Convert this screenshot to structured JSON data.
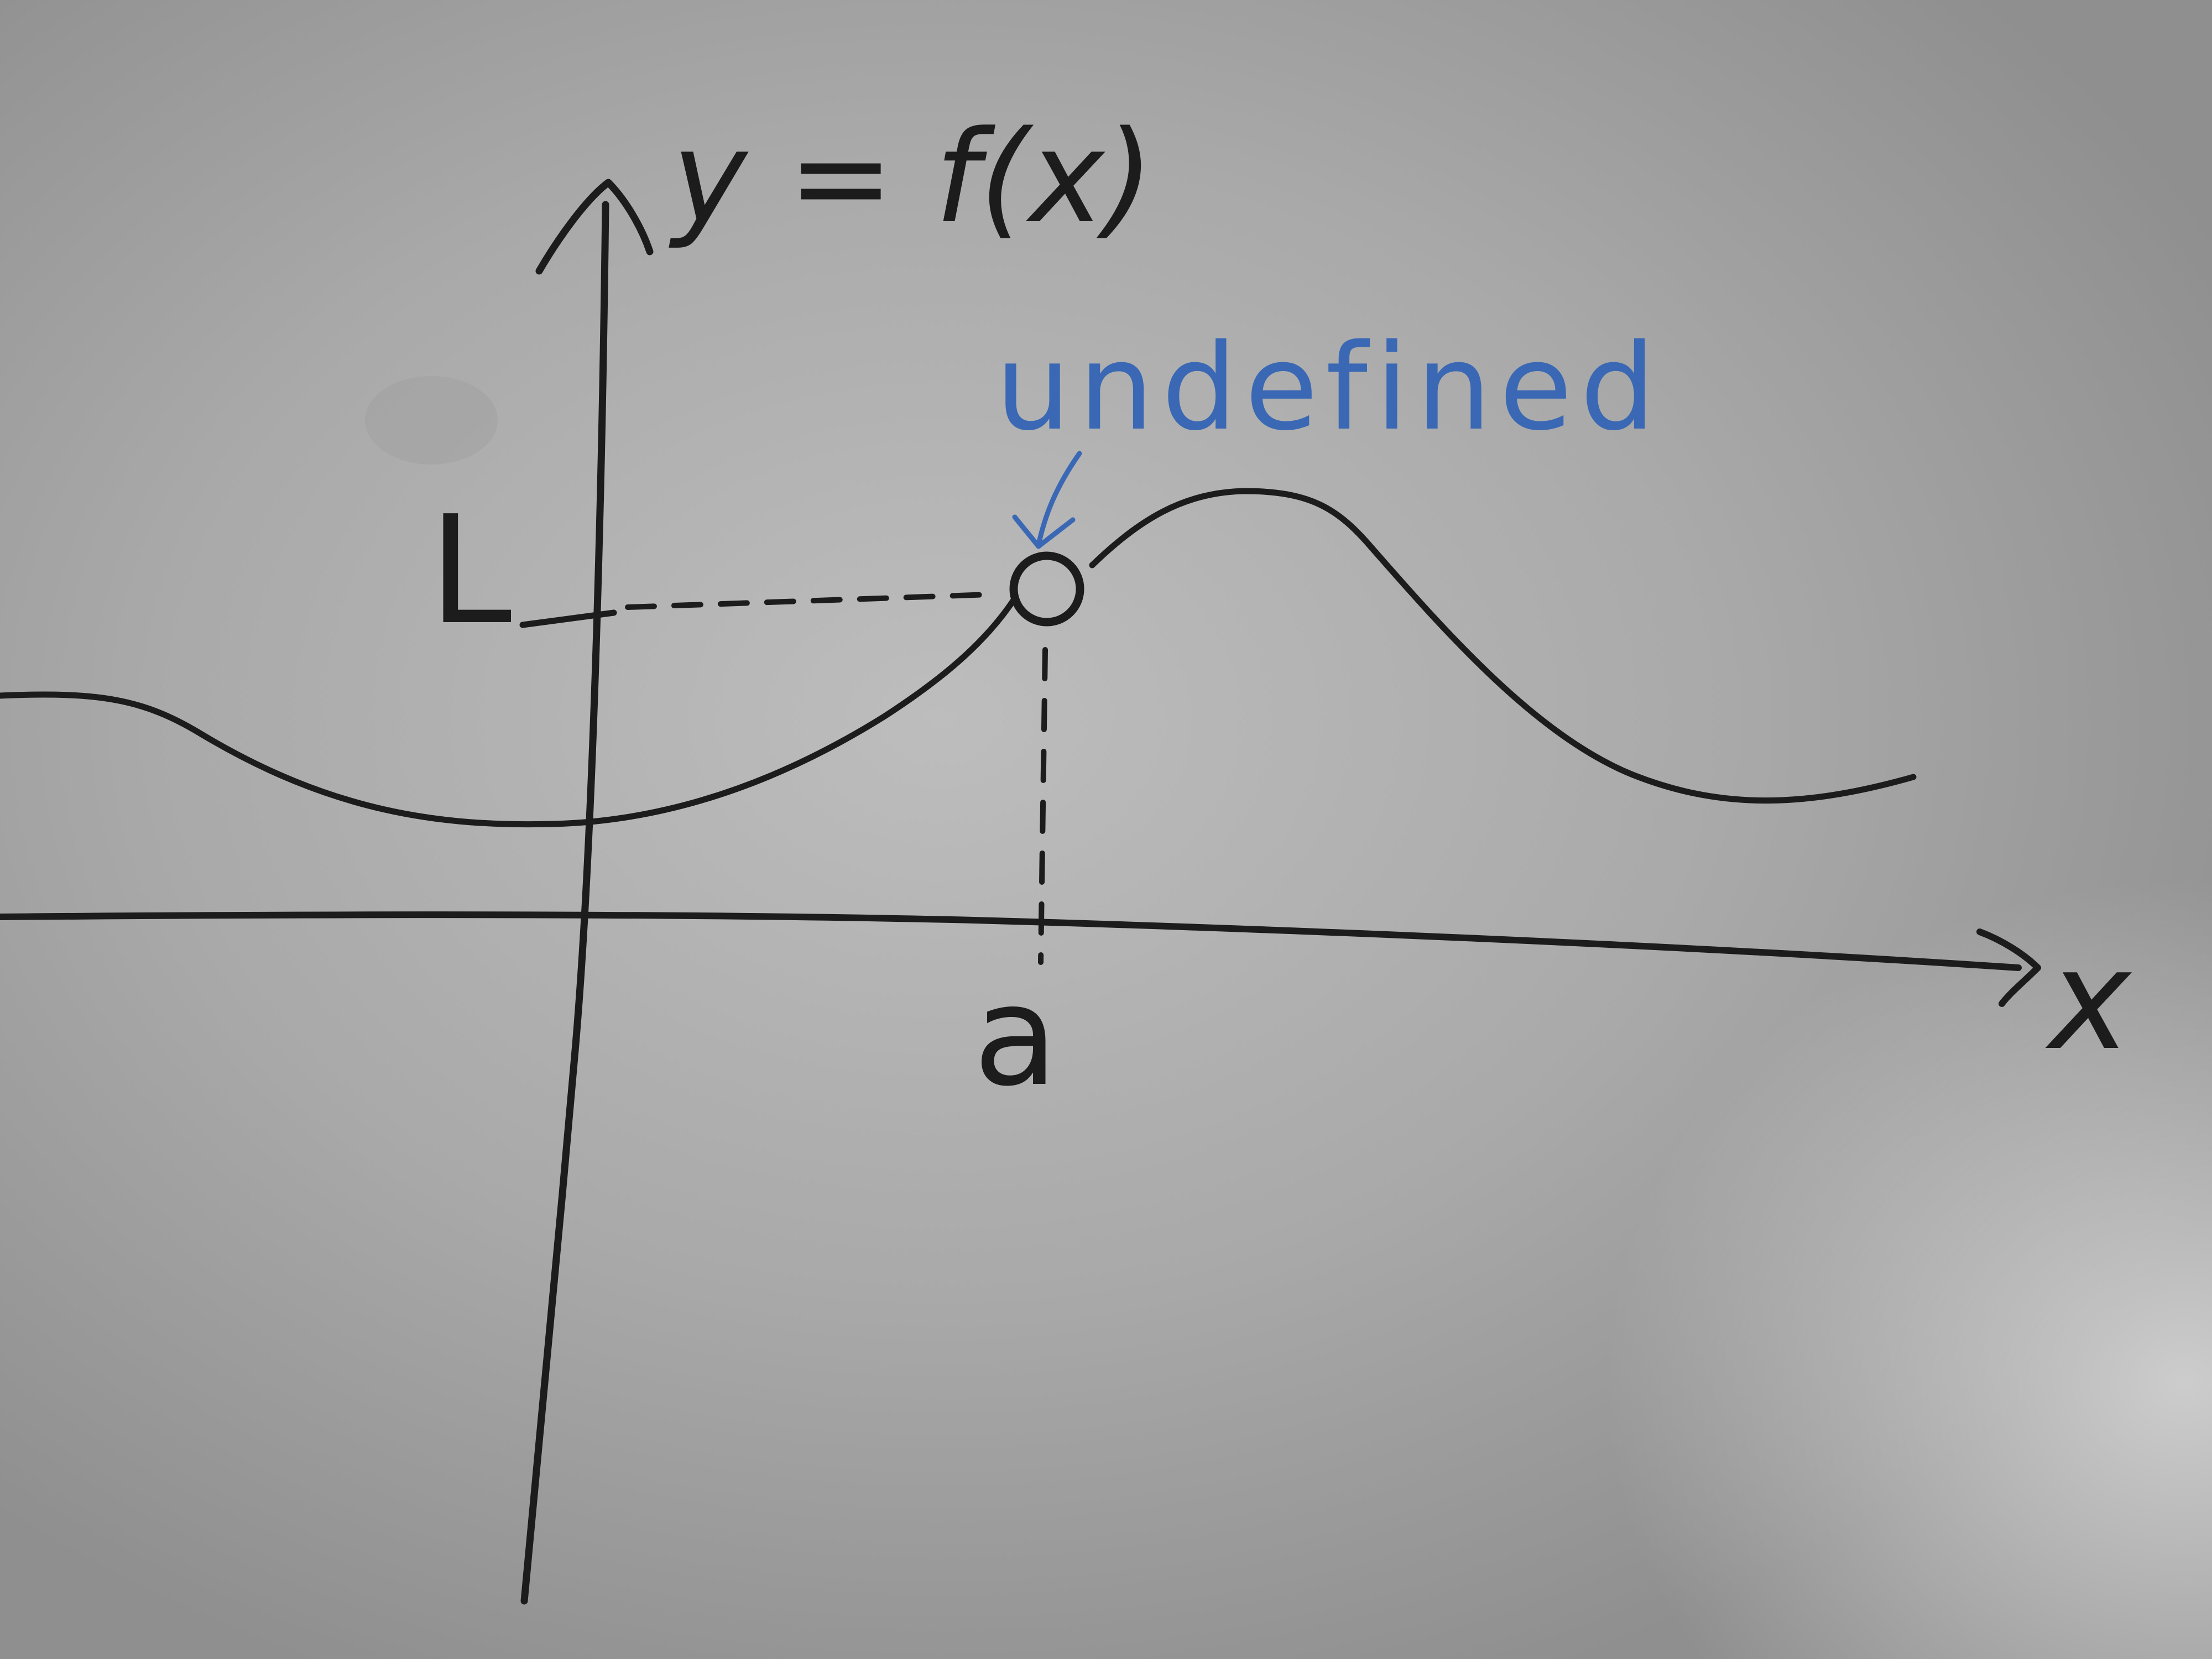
{
  "labels": {
    "function": "y = f(x)",
    "x_axis": "x",
    "limit_value": "L",
    "point": "a",
    "annotation": "undefined"
  },
  "colors": {
    "ink": "#1c1c1c",
    "annotation": "#3a68b4",
    "board": "#b4b4b4"
  }
}
